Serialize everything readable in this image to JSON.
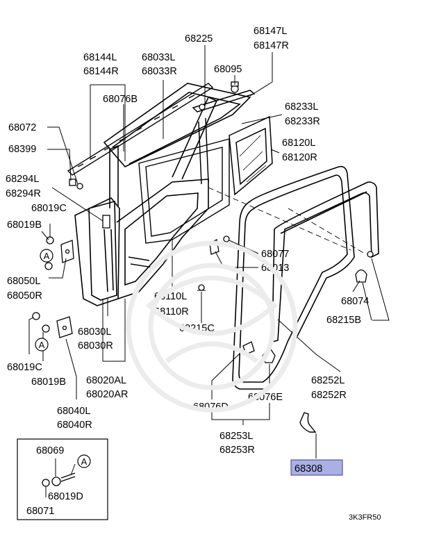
{
  "diagram": {
    "code": "3K3FR50",
    "colors": {
      "line": "#000000",
      "background": "#ffffff",
      "highlight_fill": "#aab0e6",
      "highlight_stroke": "#3b3f8a",
      "watermark": "#ececec"
    },
    "callout_symbol": "A",
    "labels": [
      {
        "id": "lbl-68144",
        "lines": [
          "68144L",
          "68144R"
        ]
      },
      {
        "id": "lbl-68033",
        "lines": [
          "68033L",
          "68033R"
        ]
      },
      {
        "id": "lbl-68225",
        "lines": [
          "68225"
        ]
      },
      {
        "id": "lbl-68147",
        "lines": [
          "68147L",
          "68147R"
        ]
      },
      {
        "id": "lbl-68095",
        "lines": [
          "68095"
        ]
      },
      {
        "id": "lbl-68076b",
        "lines": [
          "68076B"
        ]
      },
      {
        "id": "lbl-68233",
        "lines": [
          "68233L",
          "68233R"
        ]
      },
      {
        "id": "lbl-68072",
        "lines": [
          "68072"
        ]
      },
      {
        "id": "lbl-68399",
        "lines": [
          "68399"
        ]
      },
      {
        "id": "lbl-68120",
        "lines": [
          "68120L",
          "68120R"
        ]
      },
      {
        "id": "lbl-68294",
        "lines": [
          "68294L",
          "68294R"
        ]
      },
      {
        "id": "lbl-68019c-top",
        "lines": [
          "68019C"
        ]
      },
      {
        "id": "lbl-68019b-top",
        "lines": [
          "68019B"
        ]
      },
      {
        "id": "lbl-68077",
        "lines": [
          "68077"
        ]
      },
      {
        "id": "lbl-68013",
        "lines": [
          "68013"
        ]
      },
      {
        "id": "lbl-68050",
        "lines": [
          "68050L",
          "68050R"
        ]
      },
      {
        "id": "lbl-68074",
        "lines": [
          "68074"
        ]
      },
      {
        "id": "lbl-68110",
        "lines": [
          "68110L",
          "68110R"
        ]
      },
      {
        "id": "lbl-68215b",
        "lines": [
          "68215B"
        ]
      },
      {
        "id": "lbl-68215c",
        "lines": [
          "68215C"
        ]
      },
      {
        "id": "lbl-68030",
        "lines": [
          "68030L",
          "68030R"
        ]
      },
      {
        "id": "lbl-68019c-bot",
        "lines": [
          "68019C"
        ]
      },
      {
        "id": "lbl-68019b-bot",
        "lines": [
          "68019B"
        ]
      },
      {
        "id": "lbl-68020",
        "lines": [
          "68020AL",
          "68020AR"
        ]
      },
      {
        "id": "lbl-68252",
        "lines": [
          "68252L",
          "68252R"
        ]
      },
      {
        "id": "lbl-68076d",
        "lines": [
          "68076D"
        ]
      },
      {
        "id": "lbl-68076e",
        "lines": [
          "68076E"
        ]
      },
      {
        "id": "lbl-68040",
        "lines": [
          "68040L",
          "68040R"
        ]
      },
      {
        "id": "lbl-68253",
        "lines": [
          "68253L",
          "68253R"
        ]
      },
      {
        "id": "lbl-68308",
        "lines": [
          "68308"
        ],
        "highlighted": true
      },
      {
        "id": "lbl-68069",
        "lines": [
          "68069"
        ]
      },
      {
        "id": "lbl-68019d",
        "lines": [
          "68019D"
        ]
      },
      {
        "id": "lbl-68071",
        "lines": [
          "68071"
        ]
      }
    ]
  }
}
